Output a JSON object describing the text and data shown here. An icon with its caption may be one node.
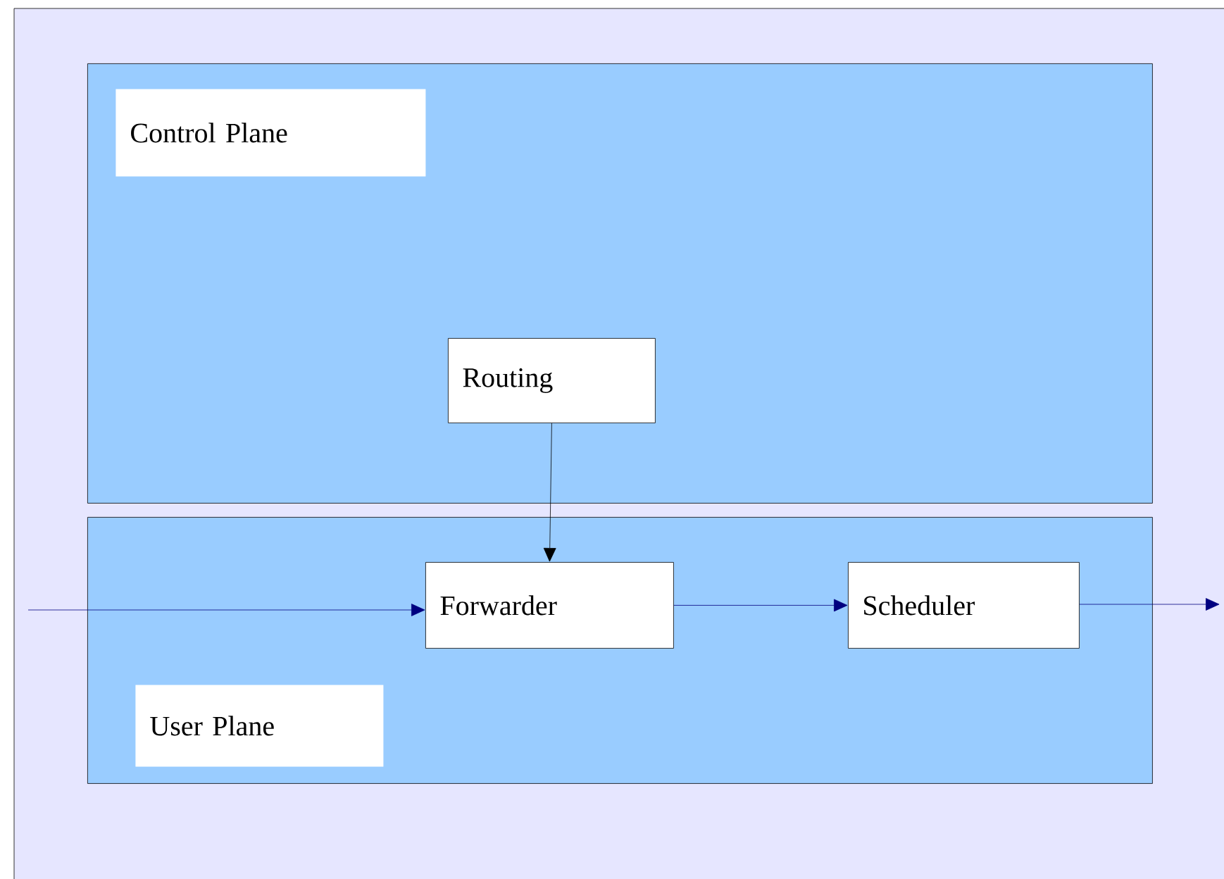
{
  "diagram": {
    "nodes": [
      {
        "text": [
          "Control Plane"
        ]
      },
      {
        "text": [
          "Routing"
        ],
        "in": 0
      },
      {
        "text": [
          "User Plane"
        ]
      },
      {
        "text": [
          "Forwarder"
        ],
        "in": 2
      },
      {
        "text": [
          "Scheduler"
        ],
        "in": 2
      }
    ],
    "edges": [
      {
        "from": 1,
        "to": 3,
        "arrow": "to",
        "color": "#000000"
      },
      {
        "from": null,
        "to": 3,
        "arrow": "to"
      },
      {
        "from": 3,
        "to": 4,
        "arrow": "to"
      },
      {
        "from": 4,
        "to": null,
        "arrow": "to"
      }
    ]
  }
}
